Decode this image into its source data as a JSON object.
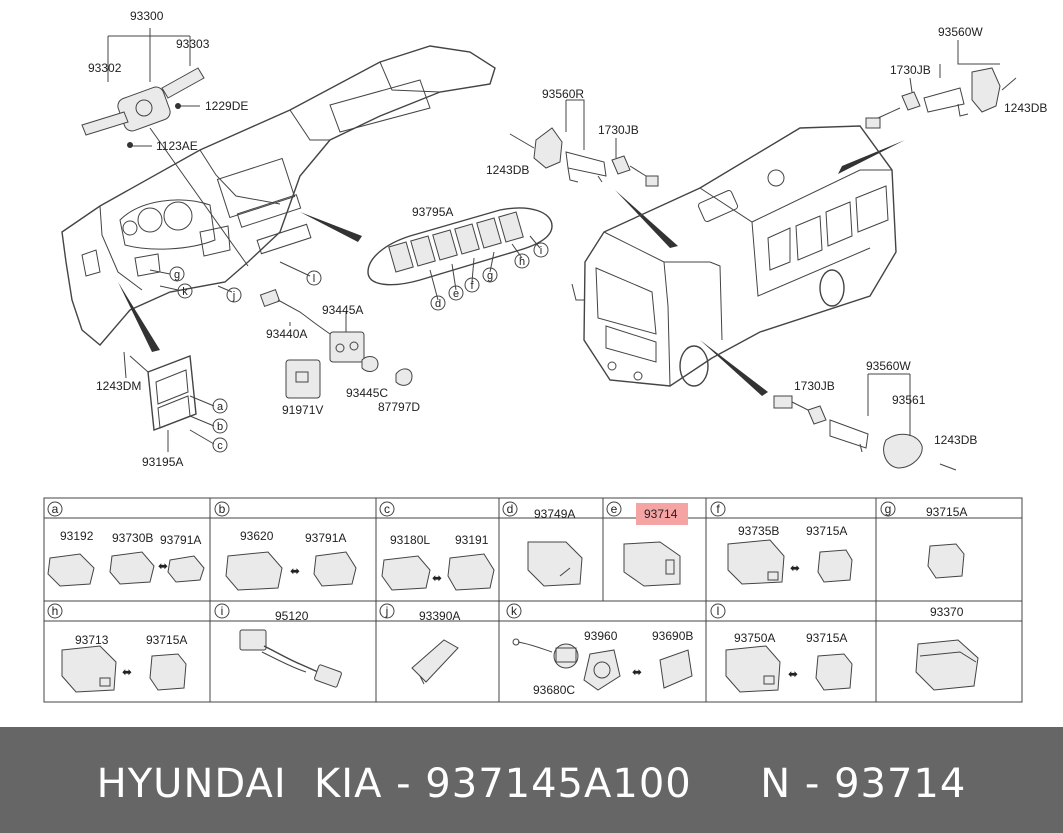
{
  "diagram": {
    "callouts": [
      "93300",
      "93303",
      "93302",
      "1229DE",
      "1123AE",
      "93795A",
      "93560R",
      "1730JB",
      "1243DB",
      "93560W",
      "1730JB",
      "1243DB",
      "93445A",
      "93440A",
      "91971V",
      "93445C",
      "87797D",
      "1243DM",
      "93195A",
      "93560W",
      "1730JB",
      "93561",
      "1243DB"
    ],
    "circle_letters": {
      "main_g": "g",
      "main_k": "k",
      "main_j": "j",
      "main_l": "l",
      "sw_d": "d",
      "sw_e": "e",
      "sw_f": "f",
      "sw_g": "g",
      "sw_h": "h",
      "sw_i": "i",
      "br_a": "a",
      "br_b": "b",
      "br_c": "c"
    }
  },
  "parts_table": {
    "highlight_color": "#f5a3a3",
    "row1": [
      {
        "letter": "a",
        "parts": [
          "93192",
          "93730B",
          "93791A"
        ]
      },
      {
        "letter": "b",
        "parts": [
          "93620",
          "93791A"
        ]
      },
      {
        "letter": "c",
        "parts": [
          "93180L",
          "93191"
        ]
      },
      {
        "letter": "d",
        "parts": [
          "93749A"
        ]
      },
      {
        "letter": "e",
        "parts": [
          "93714"
        ],
        "highlighted": true
      },
      {
        "letter": "f",
        "parts": [
          "93735B",
          "93715A"
        ]
      },
      {
        "letter": "g",
        "parts": [
          "93715A"
        ]
      }
    ],
    "row2": [
      {
        "letter": "h",
        "parts": [
          "93713",
          "93715A"
        ]
      },
      {
        "letter": "i",
        "parts": [
          "95120"
        ]
      },
      {
        "letter": "j",
        "parts": [
          "93390A"
        ]
      },
      {
        "letter": "k",
        "parts": [
          "93960",
          "93690B",
          "93680C"
        ]
      },
      {
        "letter": "l",
        "parts": [
          "93750A",
          "93715A"
        ]
      },
      {
        "letter": "",
        "parts": [
          "93370"
        ]
      }
    ]
  },
  "footer": {
    "text": "HYUNDAI  KIA - 937145A100     N - 93714",
    "background": "#666666"
  }
}
